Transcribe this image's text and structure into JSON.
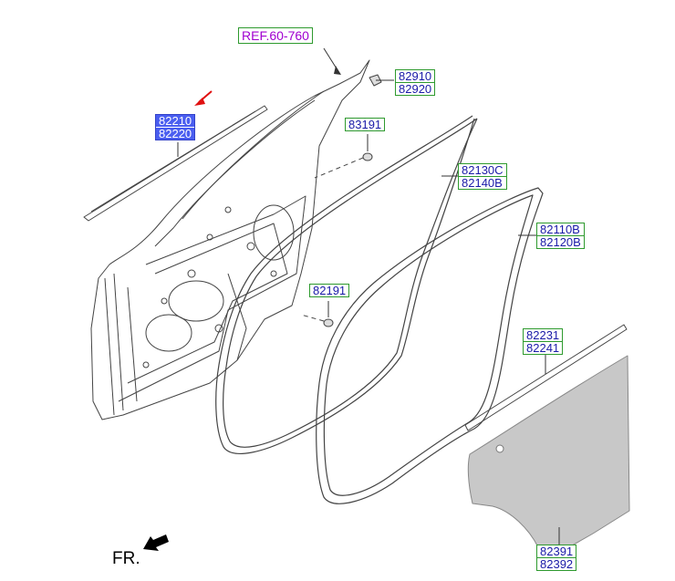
{
  "reference": {
    "label": "REF.60-760"
  },
  "parts": [
    {
      "id": "door-glass-weatherstrip",
      "numbers": [
        "82210",
        "82220"
      ],
      "highlighted": true
    },
    {
      "id": "clip-pair",
      "numbers": [
        "82910",
        "82920"
      ],
      "highlighted": false
    },
    {
      "id": "plug-upper",
      "numbers": [
        "83191"
      ],
      "highlighted": false
    },
    {
      "id": "door-side-weatherstrip",
      "numbers": [
        "82130C",
        "82140B"
      ],
      "highlighted": false
    },
    {
      "id": "body-side-weatherstrip",
      "numbers": [
        "82110B",
        "82120B"
      ],
      "highlighted": false
    },
    {
      "id": "plug-lower",
      "numbers": [
        "82191"
      ],
      "highlighted": false
    },
    {
      "id": "inner-beltline-weatherstrip",
      "numbers": [
        "82231",
        "82241"
      ],
      "highlighted": false
    },
    {
      "id": "vapor-cover",
      "numbers": [
        "82391",
        "82392"
      ],
      "highlighted": false
    }
  ],
  "direction": {
    "label": "FR."
  },
  "colors": {
    "callout_border": "#2e9a2e",
    "part_number": "#1a1aa8",
    "reference": "#a000d0",
    "highlight": "#4a5ef0",
    "indicator_arrow": "#e01010"
  }
}
